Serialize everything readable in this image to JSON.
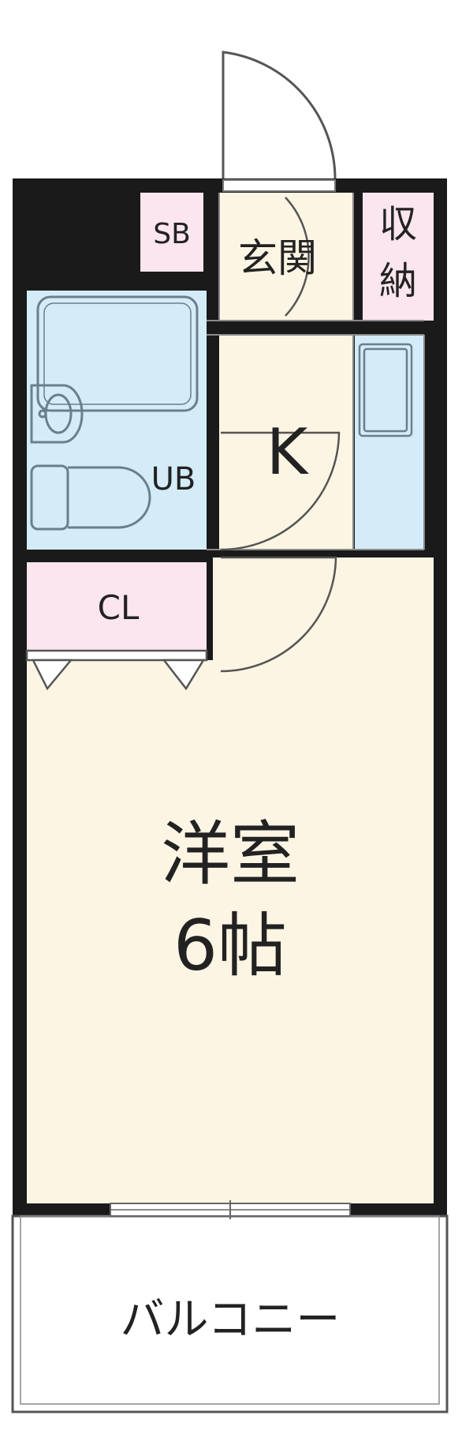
{
  "rooms": {
    "sb": "SB",
    "entrance": "玄関",
    "storage_line1": "収",
    "storage_line2": "納",
    "kitchen": "K",
    "unit_bath": "UB",
    "closet": "CL",
    "western_room": "洋室",
    "western_room_size": "6帖",
    "balcony": "バルコニー"
  },
  "colors": {
    "wall": "#1a1a1a",
    "floor": "#fdf5e4",
    "wet_area": "#d3ecf8",
    "storage": "#fbe5ee",
    "outline": "#555555"
  }
}
